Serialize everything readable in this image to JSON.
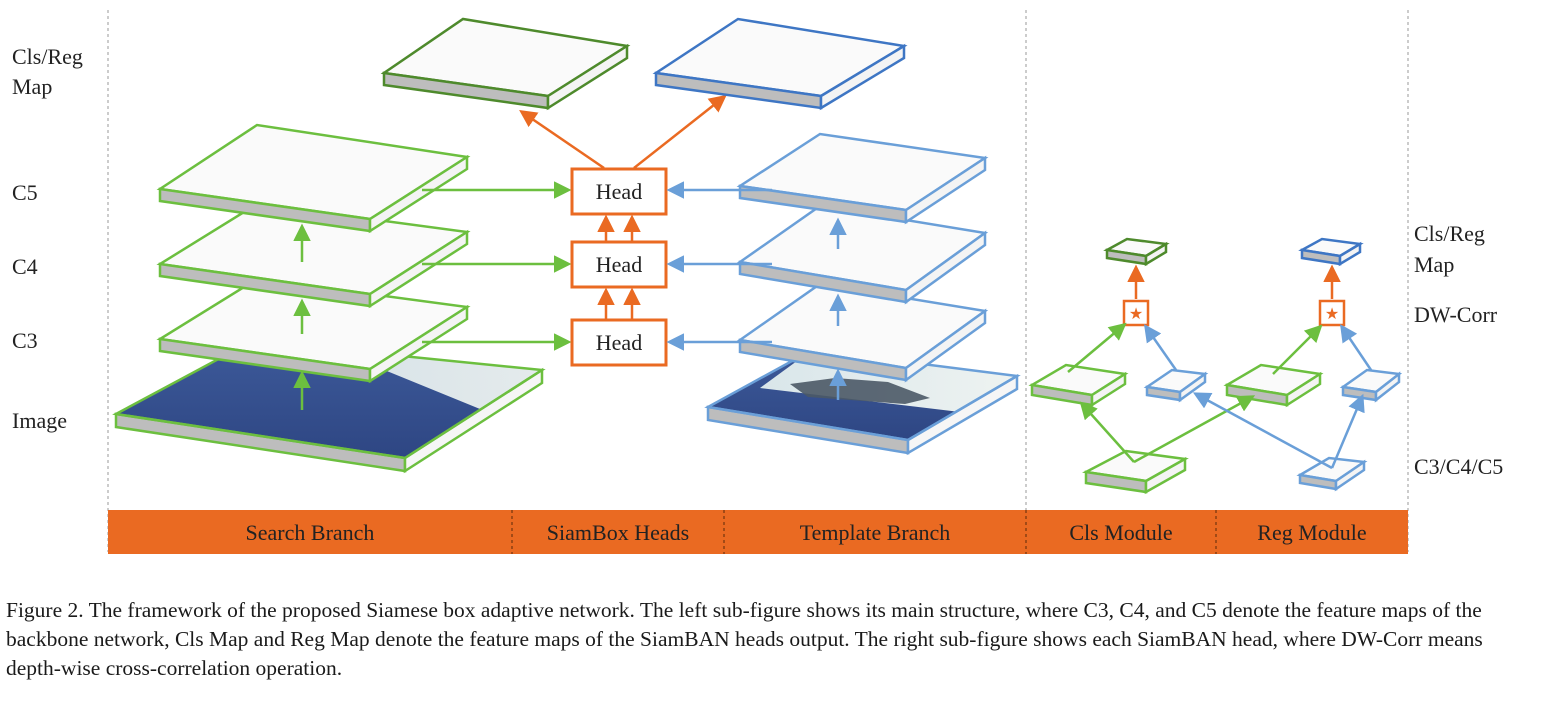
{
  "colors": {
    "search_green": "#6cbf3f",
    "dark_green": "#4e8a2c",
    "template_blue": "#6a9fd8",
    "dark_blue": "#3e76c4",
    "head_orange": "#ea6a22",
    "band_orange": "#ea6a22",
    "slab_side": "#bdbdbd",
    "slab_top": "#fafafa"
  },
  "left_labels": {
    "cls_reg_map": [
      "Cls/Reg",
      "Map"
    ],
    "c5": "C5",
    "c4": "C4",
    "c3": "C3",
    "image": "Image"
  },
  "heads": [
    "Head",
    "Head",
    "Head"
  ],
  "right_labels": {
    "cls_reg_map": [
      "Cls/Reg",
      "Map"
    ],
    "dw_corr": "DW-Corr",
    "c3c4c5": "C3/C4/C5"
  },
  "bottom_band": [
    "Search Branch",
    "SiamBox Heads",
    "Template Branch",
    "Cls Module",
    "Reg Module"
  ],
  "caption": "Figure 2. The framework of the proposed Siamese box adaptive network. The left sub-figure shows its main structure, where C3, C4, and C5 denote the feature maps of the backbone network, Cls Map and Reg Map denote the feature maps of the SiamBAN heads output. The right sub-figure shows each SiamBAN head, where DW-Corr means depth-wise cross-correlation operation.",
  "icons": {
    "corr": "star-icon"
  }
}
